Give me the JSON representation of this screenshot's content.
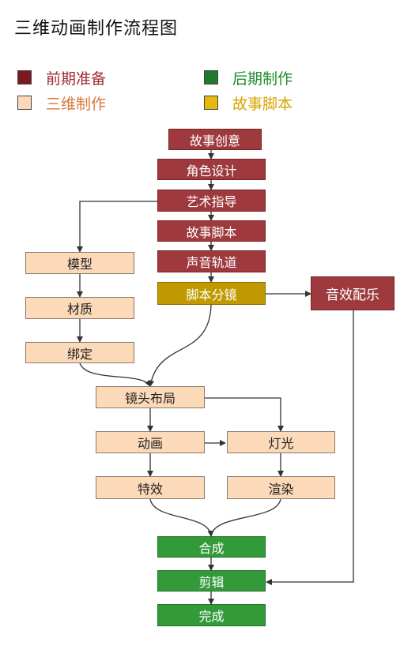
{
  "title": "三维动画制作流程图",
  "legend": [
    {
      "label": "前期准备",
      "color": "#7a1a1f",
      "text_color": "#9e2a2f"
    },
    {
      "label": "后期制作",
      "color": "#1f7a2a",
      "text_color": "#1f8a2a"
    },
    {
      "label": "三维制作",
      "color": "#fcd9b8",
      "text_color": "#d9763a"
    },
    {
      "label": "故事脚本",
      "color": "#e8b80c",
      "text_color": "#d9a400"
    }
  ],
  "nodes": {
    "gushichuangyi": "故事创意",
    "jiaosesheji": "角色设计",
    "yishuzhidao": "艺术指导",
    "gushijiaoben": "故事脚本",
    "shengyinguidao": "声音轨道",
    "jiaobenfenjing": "脚本分镜",
    "yinxiaopeiyue": "音效配乐",
    "moxing": "模型",
    "caizhi": "材质",
    "bangding": "绑定",
    "jingtoubuju": "镜头布局",
    "donghua": "动画",
    "dengguang": "灯光",
    "texiao": "特效",
    "xuanran": "渲染",
    "hecheng": "合成",
    "jianji": "剪辑",
    "wancheng": "完成"
  }
}
